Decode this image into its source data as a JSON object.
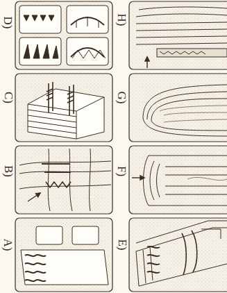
{
  "diagram": {
    "labels": [
      "D)",
      "H)",
      "C)",
      "G)",
      "B)",
      "F)",
      "A)",
      "E)"
    ]
  }
}
